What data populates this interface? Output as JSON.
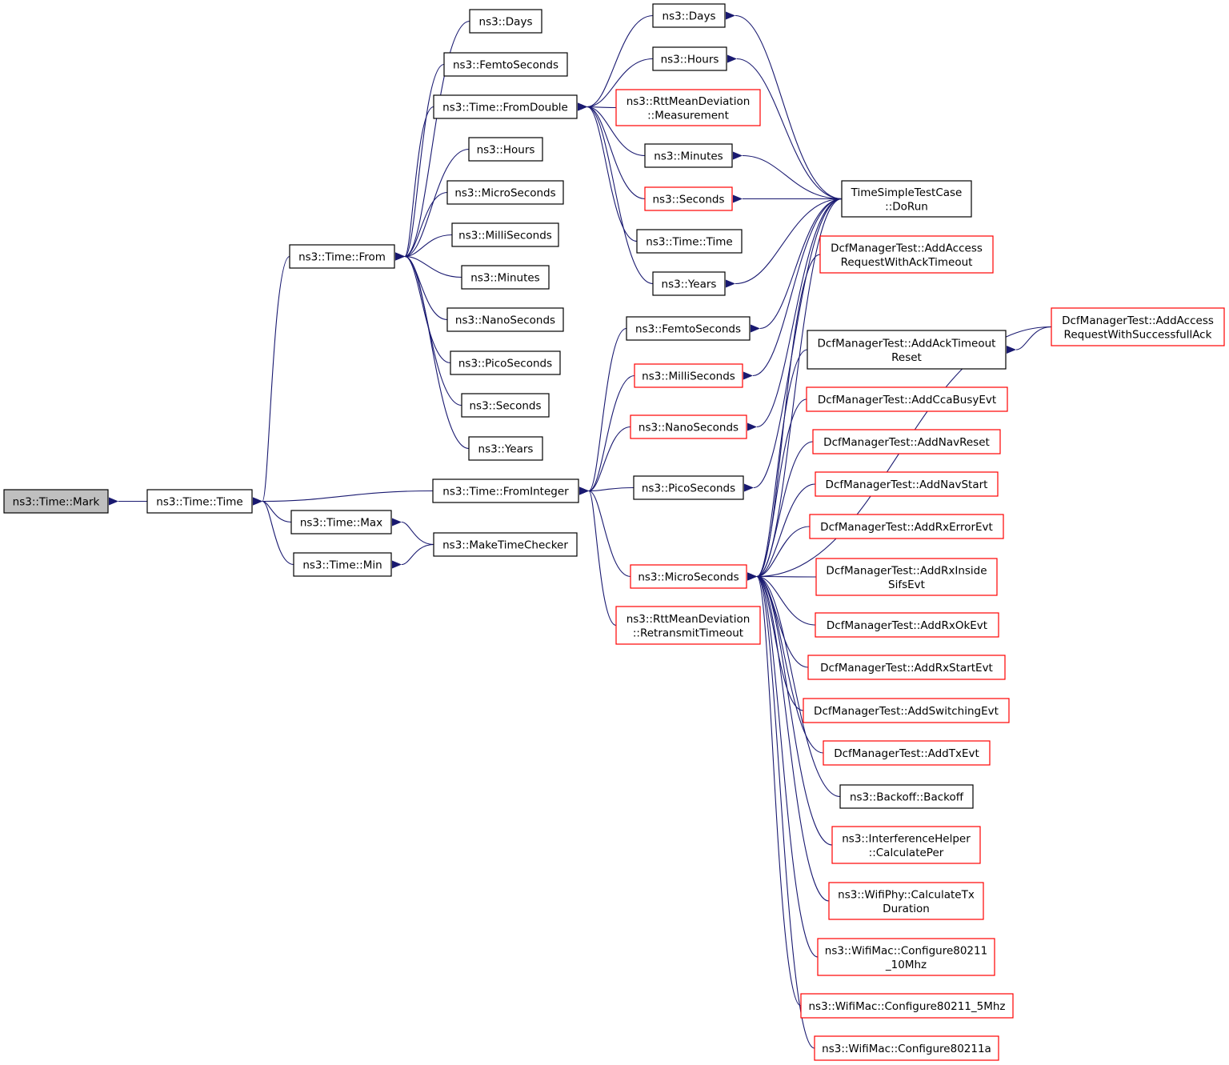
{
  "diagram": {
    "title": "",
    "colors": {
      "edge": "#191970",
      "border_black": "#000000",
      "border_red": "#ff0000",
      "highlight_fill": "#bfbfbf",
      "default_fill": "#ffffff"
    },
    "nodes": [
      {
        "id": "mark",
        "lines": [
          "ns3::Time::Mark"
        ],
        "border": "black",
        "highlight": true
      },
      {
        "id": "time_time",
        "lines": [
          "ns3::Time::Time"
        ],
        "border": "black"
      },
      {
        "id": "time_from",
        "lines": [
          "ns3::Time::From"
        ],
        "border": "black"
      },
      {
        "id": "time_max",
        "lines": [
          "ns3::Time::Max"
        ],
        "border": "black"
      },
      {
        "id": "time_min",
        "lines": [
          "ns3::Time::Min"
        ],
        "border": "black"
      },
      {
        "id": "days1",
        "lines": [
          "ns3::Days"
        ],
        "border": "black"
      },
      {
        "id": "femto1",
        "lines": [
          "ns3::FemtoSeconds"
        ],
        "border": "black"
      },
      {
        "id": "fromdouble",
        "lines": [
          "ns3::Time::FromDouble"
        ],
        "border": "black"
      },
      {
        "id": "hours1",
        "lines": [
          "ns3::Hours"
        ],
        "border": "black"
      },
      {
        "id": "micro1",
        "lines": [
          "ns3::MicroSeconds"
        ],
        "border": "black"
      },
      {
        "id": "milli1",
        "lines": [
          "ns3::MilliSeconds"
        ],
        "border": "black"
      },
      {
        "id": "minutes1",
        "lines": [
          "ns3::Minutes"
        ],
        "border": "black"
      },
      {
        "id": "nano1",
        "lines": [
          "ns3::NanoSeconds"
        ],
        "border": "black"
      },
      {
        "id": "pico1",
        "lines": [
          "ns3::PicoSeconds"
        ],
        "border": "black"
      },
      {
        "id": "seconds1",
        "lines": [
          "ns3::Seconds"
        ],
        "border": "black"
      },
      {
        "id": "years1",
        "lines": [
          "ns3::Years"
        ],
        "border": "black"
      },
      {
        "id": "frominteger",
        "lines": [
          "ns3::Time::FromInteger"
        ],
        "border": "black"
      },
      {
        "id": "maketimechecker",
        "lines": [
          "ns3::MakeTimeChecker"
        ],
        "border": "black"
      },
      {
        "id": "days2",
        "lines": [
          "ns3::Days"
        ],
        "border": "black"
      },
      {
        "id": "hours2",
        "lines": [
          "ns3::Hours"
        ],
        "border": "black"
      },
      {
        "id": "rtt_meas",
        "lines": [
          "ns3::RttMeanDeviation",
          "::Measurement"
        ],
        "border": "red"
      },
      {
        "id": "minutes2",
        "lines": [
          "ns3::Minutes"
        ],
        "border": "black"
      },
      {
        "id": "seconds2",
        "lines": [
          "ns3::Seconds"
        ],
        "border": "red"
      },
      {
        "id": "time_time2",
        "lines": [
          "ns3::Time::Time"
        ],
        "border": "black"
      },
      {
        "id": "years2",
        "lines": [
          "ns3::Years"
        ],
        "border": "black"
      },
      {
        "id": "femto2",
        "lines": [
          "ns3::FemtoSeconds"
        ],
        "border": "black"
      },
      {
        "id": "milli2",
        "lines": [
          "ns3::MilliSeconds"
        ],
        "border": "red"
      },
      {
        "id": "nano2",
        "lines": [
          "ns3::NanoSeconds"
        ],
        "border": "red"
      },
      {
        "id": "pico2",
        "lines": [
          "ns3::PicoSeconds"
        ],
        "border": "black"
      },
      {
        "id": "micro2",
        "lines": [
          "ns3::MicroSeconds"
        ],
        "border": "red"
      },
      {
        "id": "rtt_retx",
        "lines": [
          "ns3::RttMeanDeviation",
          "::RetransmitTimeout"
        ],
        "border": "red"
      },
      {
        "id": "doRun",
        "lines": [
          "TimeSimpleTestCase",
          "::DoRun"
        ],
        "border": "black"
      },
      {
        "id": "dcf_acc_ack",
        "lines": [
          "DcfManagerTest::AddAccess",
          "RequestWithAckTimeout"
        ],
        "border": "red"
      },
      {
        "id": "dcf_acc_succ",
        "lines": [
          "DcfManagerTest::AddAccess",
          "RequestWithSuccessfullAck"
        ],
        "border": "red"
      },
      {
        "id": "dcf_ackreset",
        "lines": [
          "DcfManagerTest::AddAckTimeout",
          "Reset"
        ],
        "border": "black"
      },
      {
        "id": "dcf_cca",
        "lines": [
          "DcfManagerTest::AddCcaBusyEvt"
        ],
        "border": "red"
      },
      {
        "id": "dcf_navreset",
        "lines": [
          "DcfManagerTest::AddNavReset"
        ],
        "border": "red"
      },
      {
        "id": "dcf_navstart",
        "lines": [
          "DcfManagerTest::AddNavStart"
        ],
        "border": "red"
      },
      {
        "id": "dcf_rxerr",
        "lines": [
          "DcfManagerTest::AddRxErrorEvt"
        ],
        "border": "red"
      },
      {
        "id": "dcf_rxinside",
        "lines": [
          "DcfManagerTest::AddRxInside",
          "SifsEvt"
        ],
        "border": "red"
      },
      {
        "id": "dcf_rxok",
        "lines": [
          "DcfManagerTest::AddRxOkEvt"
        ],
        "border": "red"
      },
      {
        "id": "dcf_rxstart",
        "lines": [
          "DcfManagerTest::AddRxStartEvt"
        ],
        "border": "red"
      },
      {
        "id": "dcf_switch",
        "lines": [
          "DcfManagerTest::AddSwitchingEvt"
        ],
        "border": "red"
      },
      {
        "id": "dcf_tx",
        "lines": [
          "DcfManagerTest::AddTxEvt"
        ],
        "border": "red"
      },
      {
        "id": "backoff",
        "lines": [
          "ns3::Backoff::Backoff"
        ],
        "border": "black"
      },
      {
        "id": "calcper",
        "lines": [
          "ns3::InterferenceHelper",
          "::CalculatePer"
        ],
        "border": "red"
      },
      {
        "id": "calctx",
        "lines": [
          "ns3::WifiPhy::CalculateTx",
          "Duration"
        ],
        "border": "red"
      },
      {
        "id": "cfg10",
        "lines": [
          "ns3::WifiMac::Configure80211",
          "_10Mhz"
        ],
        "border": "red"
      },
      {
        "id": "cfg5",
        "lines": [
          "ns3::WifiMac::Configure80211_5Mhz"
        ],
        "border": "red"
      },
      {
        "id": "cfga",
        "lines": [
          "ns3::WifiMac::Configure80211a"
        ],
        "border": "red"
      }
    ],
    "edges": [
      [
        "mark",
        "time_time"
      ],
      [
        "time_time",
        "time_from"
      ],
      [
        "time_time",
        "frominteger"
      ],
      [
        "time_time",
        "time_max"
      ],
      [
        "time_time",
        "time_min"
      ],
      [
        "time_from",
        "days1"
      ],
      [
        "time_from",
        "femto1"
      ],
      [
        "time_from",
        "fromdouble"
      ],
      [
        "time_from",
        "hours1"
      ],
      [
        "time_from",
        "micro1"
      ],
      [
        "time_from",
        "milli1"
      ],
      [
        "time_from",
        "minutes1"
      ],
      [
        "time_from",
        "nano1"
      ],
      [
        "time_from",
        "pico1"
      ],
      [
        "time_from",
        "seconds1"
      ],
      [
        "time_from",
        "years1"
      ],
      [
        "time_max",
        "maketimechecker"
      ],
      [
        "time_min",
        "maketimechecker"
      ],
      [
        "fromdouble",
        "days2"
      ],
      [
        "fromdouble",
        "hours2"
      ],
      [
        "fromdouble",
        "rtt_meas"
      ],
      [
        "fromdouble",
        "minutes2"
      ],
      [
        "fromdouble",
        "seconds2"
      ],
      [
        "fromdouble",
        "time_time2"
      ],
      [
        "fromdouble",
        "years2"
      ],
      [
        "frominteger",
        "femto2"
      ],
      [
        "frominteger",
        "milli2"
      ],
      [
        "frominteger",
        "nano2"
      ],
      [
        "frominteger",
        "pico2"
      ],
      [
        "frominteger",
        "micro2"
      ],
      [
        "frominteger",
        "rtt_retx"
      ],
      [
        "days2",
        "doRun"
      ],
      [
        "hours2",
        "doRun"
      ],
      [
        "minutes2",
        "doRun"
      ],
      [
        "seconds2",
        "doRun"
      ],
      [
        "years2",
        "doRun"
      ],
      [
        "femto2",
        "doRun"
      ],
      [
        "milli2",
        "doRun"
      ],
      [
        "nano2",
        "doRun"
      ],
      [
        "pico2",
        "doRun"
      ],
      [
        "micro2",
        "doRun"
      ],
      [
        "micro2",
        "dcf_acc_ack"
      ],
      [
        "micro2",
        "dcf_acc_succ"
      ],
      [
        "micro2",
        "dcf_ackreset"
      ],
      [
        "micro2",
        "dcf_cca"
      ],
      [
        "micro2",
        "dcf_navreset"
      ],
      [
        "micro2",
        "dcf_navstart"
      ],
      [
        "micro2",
        "dcf_rxerr"
      ],
      [
        "micro2",
        "dcf_rxinside"
      ],
      [
        "micro2",
        "dcf_rxok"
      ],
      [
        "micro2",
        "dcf_rxstart"
      ],
      [
        "micro2",
        "dcf_switch"
      ],
      [
        "micro2",
        "dcf_tx"
      ],
      [
        "micro2",
        "backoff"
      ],
      [
        "micro2",
        "calcper"
      ],
      [
        "micro2",
        "calctx"
      ],
      [
        "micro2",
        "cfg10"
      ],
      [
        "micro2",
        "cfg5"
      ],
      [
        "micro2",
        "cfga"
      ],
      [
        "dcf_ackreset",
        "dcf_acc_succ"
      ]
    ]
  }
}
